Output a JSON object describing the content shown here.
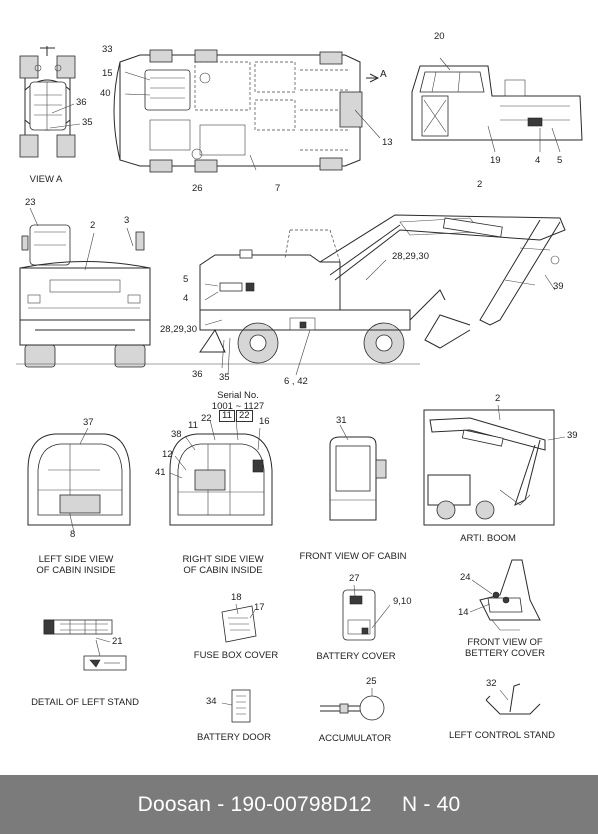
{
  "views": {
    "view_a": "VIEW A",
    "left_side": [
      "LEFT SIDE VIEW",
      "OF CABIN INSIDE"
    ],
    "right_side": [
      "RIGHT SIDE VIEW",
      "OF CABIN INSIDE"
    ],
    "front_cabin": "FRONT VIEW OF CABIN",
    "arti_boom": "ARTI. BOOM",
    "fuse_box": "FUSE BOX COVER",
    "battery_cover": "BATTERY COVER",
    "front_battery": [
      "FRONT VIEW OF",
      "BETTERY COVER"
    ],
    "left_stand": "DETAIL OF LEFT STAND",
    "battery_door": "BATTERY DOOR",
    "accumulator": "ACCUMULATOR",
    "left_control": "LEFT CONTROL STAND"
  },
  "serial": {
    "line1": "Serial No.",
    "line2": "1001 ~ 1127"
  },
  "arrow_label": "A",
  "callouts": {
    "c33": "33",
    "c15": "15",
    "c40": "40",
    "c13": "13",
    "c26": "26",
    "c7": "7",
    "c36a": "36",
    "c35a": "35",
    "c20": "20",
    "c19": "19",
    "c4a": "4",
    "c5a": "5",
    "c23": "23",
    "c2a": "2",
    "c3": "3",
    "c2b": "2",
    "c28a": "28,29,30",
    "c5b": "5",
    "c4b": "4",
    "c28b": "28,29,30",
    "c39a": "39",
    "c36b": "36",
    "c35b": "35",
    "c642": "6 , 42",
    "c37": "37",
    "c8": "8",
    "c22a": "22",
    "c11a": "11",
    "c22b": "22",
    "c11b": "11",
    "c16": "16",
    "c38": "38",
    "c12": "12",
    "c41": "41",
    "c31": "31",
    "c2c": "2",
    "c39b": "39",
    "c18": "18",
    "c17": "17",
    "c27": "27",
    "c910": "9,10",
    "c24": "24",
    "c14": "14",
    "c21": "21",
    "c34": "34",
    "c25": "25",
    "c32": "32"
  },
  "footer": {
    "text": "Doosan - 190-00798D12     N - 40"
  }
}
